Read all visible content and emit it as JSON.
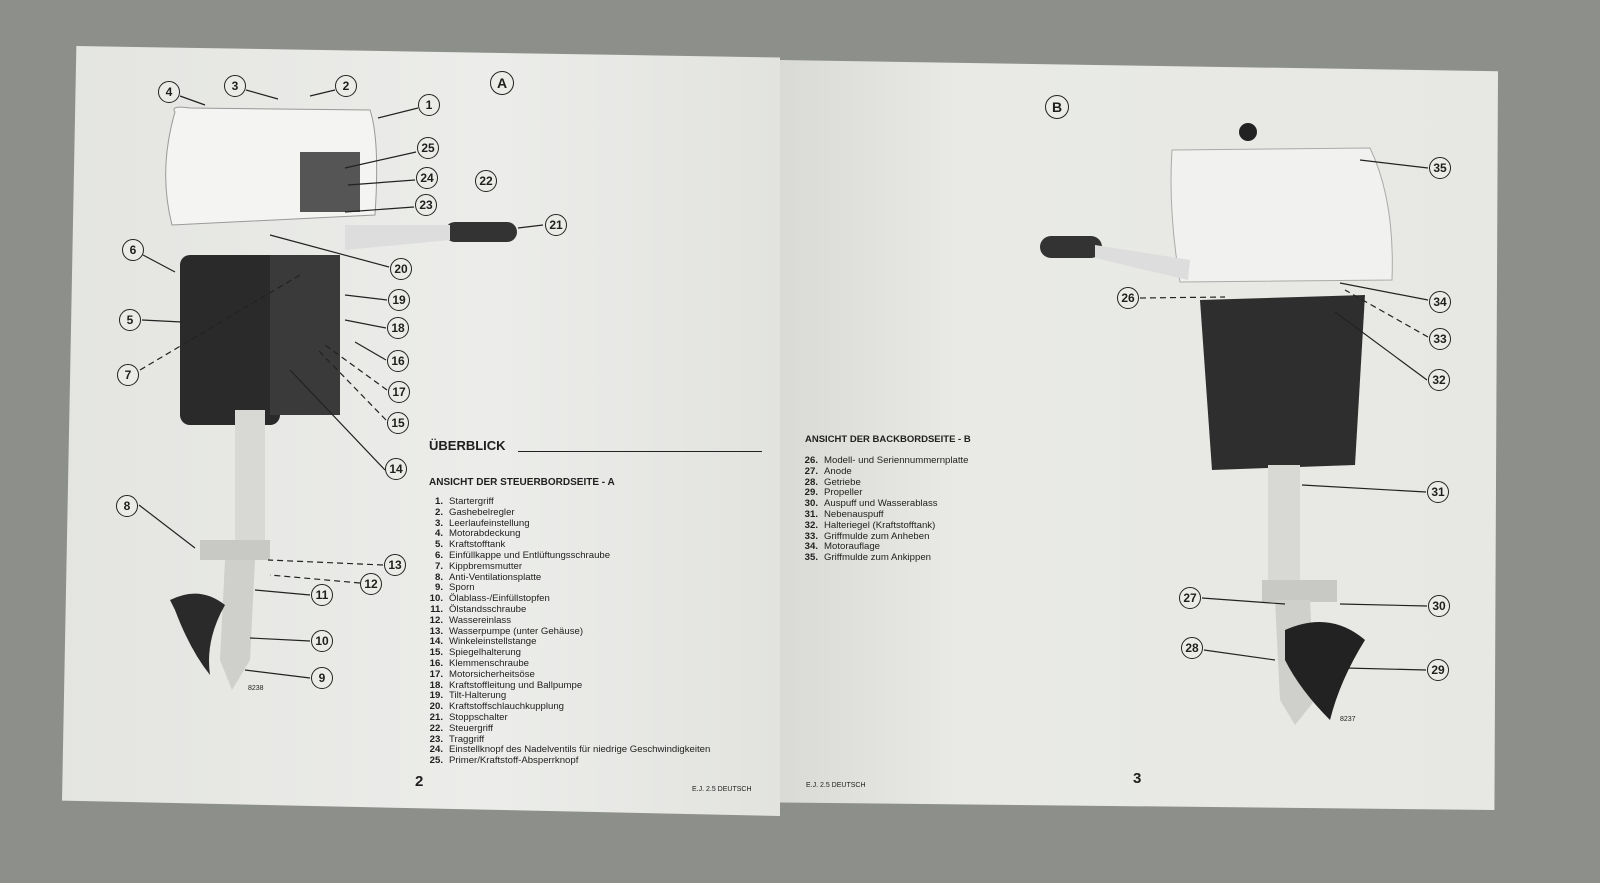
{
  "left_page": {
    "view_label": "A",
    "heading": "ÜBERBLICK",
    "subheading": "ANSICHT DER STEUERBORDSEITE - A",
    "items": [
      {
        "n": "1.",
        "t": "Startergriff"
      },
      {
        "n": "2.",
        "t": "Gashebelregler"
      },
      {
        "n": "3.",
        "t": "Leerlaufeinstellung"
      },
      {
        "n": "4.",
        "t": "Motorabdeckung"
      },
      {
        "n": "5.",
        "t": "Kraftstofftank"
      },
      {
        "n": "6.",
        "t": "Einfüllkappe und Entlüftungsschraube"
      },
      {
        "n": "7.",
        "t": "Kippbremsmutter"
      },
      {
        "n": "8.",
        "t": "Anti-Ventilationsplatte"
      },
      {
        "n": "9.",
        "t": "Sporn"
      },
      {
        "n": "10.",
        "t": "Ölablass-/Einfüllstopfen"
      },
      {
        "n": "11.",
        "t": "Ölstandsschraube"
      },
      {
        "n": "12.",
        "t": "Wassereinlass"
      },
      {
        "n": "13.",
        "t": "Wasserpumpe (unter Gehäuse)"
      },
      {
        "n": "14.",
        "t": "Winkeleinstellstange"
      },
      {
        "n": "15.",
        "t": "Spiegelhalterung"
      },
      {
        "n": "16.",
        "t": "Klemmenschraube"
      },
      {
        "n": "17.",
        "t": "Motorsicherheitsöse"
      },
      {
        "n": "18.",
        "t": "Kraftstoffleitung und Ballpumpe"
      },
      {
        "n": "19.",
        "t": "Tilt-Halterung"
      },
      {
        "n": "20.",
        "t": "Kraftstoffschlauchkupplung"
      },
      {
        "n": "21.",
        "t": "Stoppschalter"
      },
      {
        "n": "22.",
        "t": "Steuergriff"
      },
      {
        "n": "23.",
        "t": "Traggriff"
      },
      {
        "n": "24.",
        "t": "Einstellknopf des Nadelventils für niedrige Geschwindigkeiten"
      },
      {
        "n": "25.",
        "t": "Primer/Kraftstoff-Absperrknopf"
      }
    ],
    "callouts": [
      "1",
      "2",
      "3",
      "4",
      "25",
      "24",
      "23",
      "22",
      "21",
      "20",
      "19",
      "18",
      "16",
      "17",
      "15",
      "14",
      "6",
      "5",
      "7",
      "8",
      "13",
      "12",
      "11",
      "10",
      "9"
    ],
    "figure_code": "8238",
    "page_number": "2",
    "footer": "E.J. 2.5 DEUTSCH"
  },
  "right_page": {
    "view_label": "B",
    "subheading": "ANSICHT DER BACKBORDSEITE - B",
    "items": [
      {
        "n": "26.",
        "t": "Modell- und Seriennummernplatte"
      },
      {
        "n": "27.",
        "t": "Anode"
      },
      {
        "n": "28.",
        "t": "Getriebe"
      },
      {
        "n": "29.",
        "t": "Propeller"
      },
      {
        "n": "30.",
        "t": "Auspuff und Wasserablass"
      },
      {
        "n": "31.",
        "t": "Nebenauspuff"
      },
      {
        "n": "32.",
        "t": "Halteriegel (Kraftstofftank)"
      },
      {
        "n": "33.",
        "t": "Griffmulde zum Anheben"
      },
      {
        "n": "34.",
        "t": "Motorauflage"
      },
      {
        "n": "35.",
        "t": "Griffmulde zum Ankippen"
      }
    ],
    "callouts": [
      "35",
      "34",
      "26",
      "33",
      "32",
      "31",
      "27",
      "30",
      "28",
      "29"
    ],
    "figure_code": "8237",
    "page_number": "3",
    "footer": "E.J. 2.5 DEUTSCH"
  }
}
